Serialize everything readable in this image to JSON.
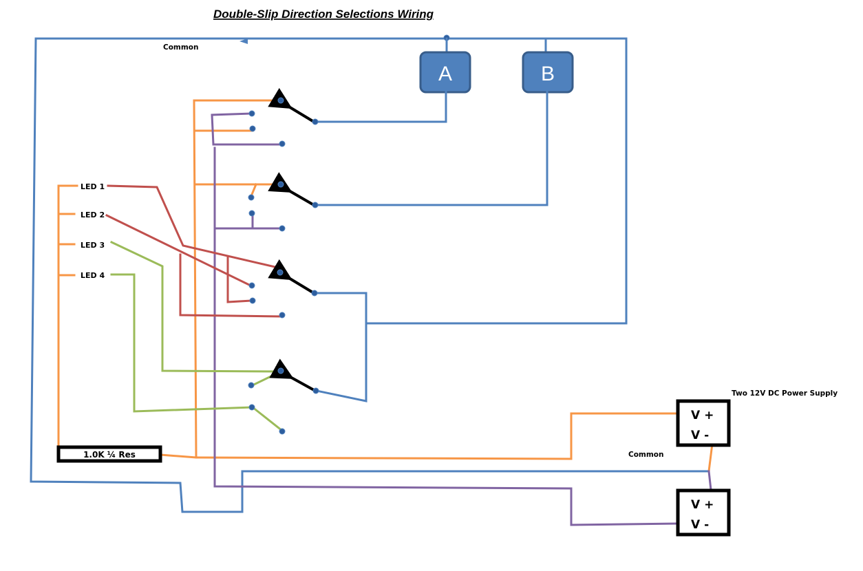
{
  "title": "Double-Slip Direction Selections Wiring",
  "labels": {
    "common_top": "Common",
    "common_bottom": "Common",
    "power_supply": "Two 12V DC Power Supply",
    "resistor": "1.0K ¼ Res"
  },
  "relays": [
    {
      "id": "A",
      "label": "A"
    },
    {
      "id": "B",
      "label": "B"
    }
  ],
  "leds": [
    {
      "label": "LED 1"
    },
    {
      "label": "LED 2"
    },
    {
      "label": "LED 3"
    },
    {
      "label": "LED 4"
    }
  ],
  "power_supplies": [
    {
      "plus": "V +",
      "minus": "V -"
    },
    {
      "plus": "V +",
      "minus": "V -"
    }
  ],
  "switches": [
    {
      "name": "switch-1",
      "wire": "blue",
      "connects_to": "A"
    },
    {
      "name": "switch-2",
      "wire": "blue",
      "connects_to": "B"
    },
    {
      "name": "switch-3",
      "wire": "blue",
      "connects_to": "common"
    },
    {
      "name": "switch-4",
      "wire": "blue",
      "connects_to": "common"
    }
  ],
  "colors": {
    "blue": "#4f81bd",
    "orange": "#f79646",
    "purple": "#8064a2",
    "red": "#c0504d",
    "green": "#9bbb59",
    "relay_fill": "#4f81bd",
    "relay_border": "#385d8a"
  }
}
